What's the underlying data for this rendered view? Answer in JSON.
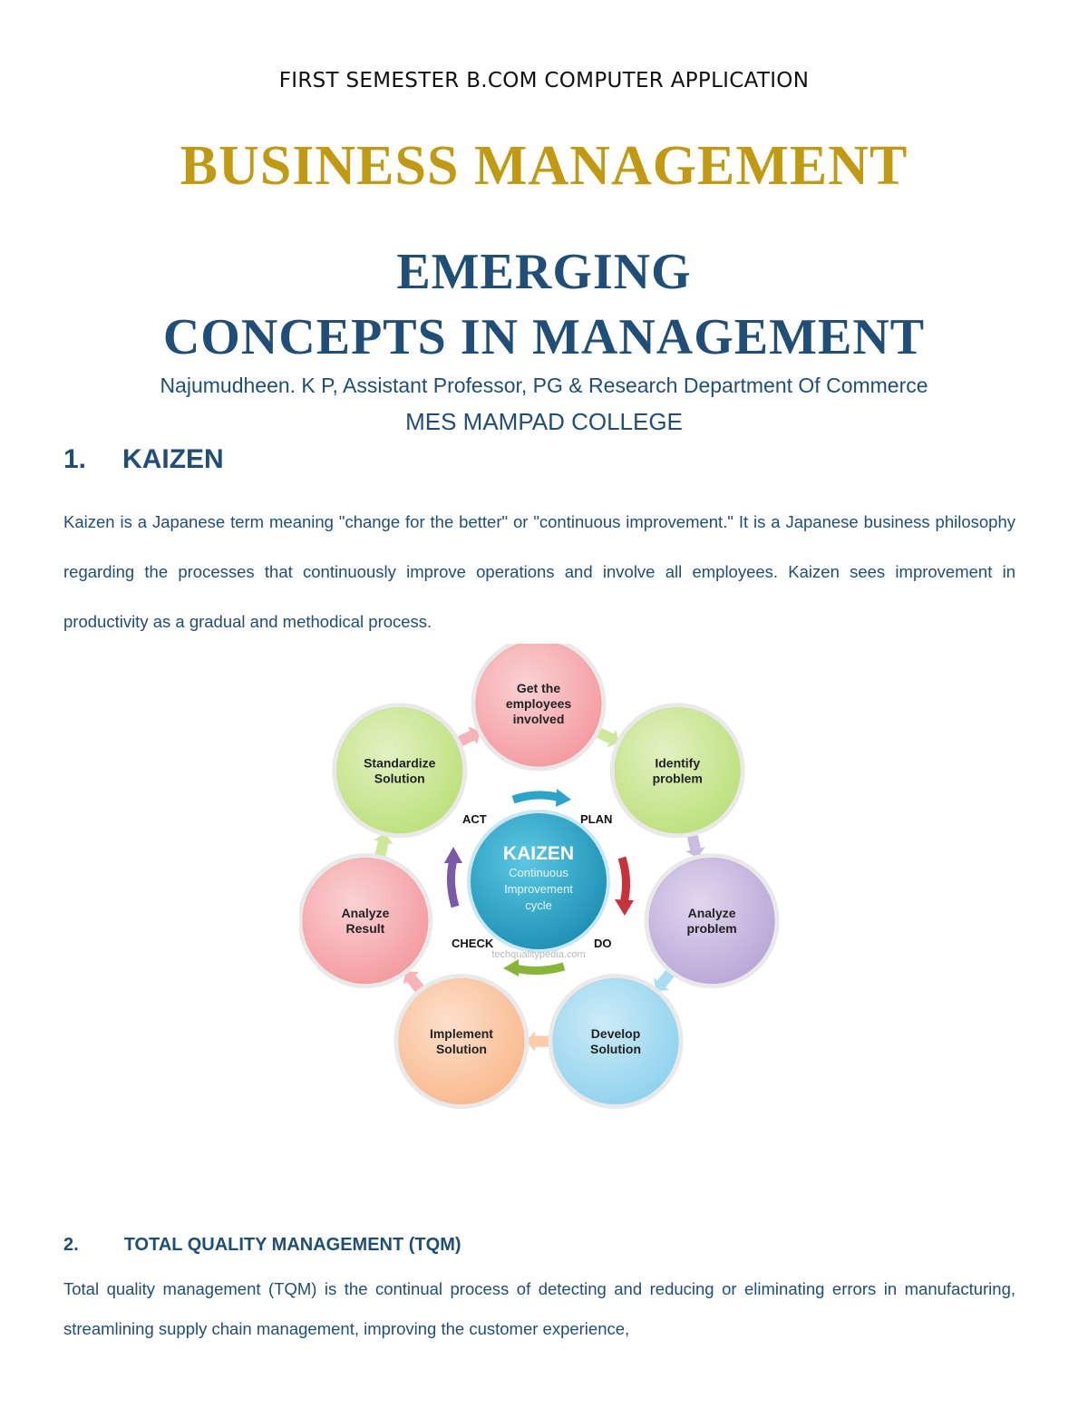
{
  "header": {
    "semester": "FIRST SEMESTER B.COM COMPUTER APPLICATION",
    "subject": "BUSINESS MANAGEMENT",
    "chapter_line1": "EMERGING",
    "chapter_line2": "CONCEPTS IN MANAGEMENT",
    "author": "Najumudheen. K P, Assistant Professor, PG & Research Department Of Commerce",
    "college": "MES MAMPAD COLLEGE"
  },
  "sections": [
    {
      "number": "1.",
      "title": "KAIZEN",
      "text": "Kaizen is a Japanese term meaning \"change for the better\" or \"continuous improvement.\" It is a Japanese business philosophy regarding the processes that continuously improve operations and involve all employees. Kaizen sees improvement in productivity as a gradual and methodical process."
    },
    {
      "number": "2.",
      "title": "TOTAL QUALITY MANAGEMENT (TQM)",
      "text": "Total quality management (TQM) is the continual process of detecting and reducing or eliminating errors in manufacturing, streamlining supply chain management, improving the customer experience,"
    }
  ],
  "diagram": {
    "center_title": "KAIZEN",
    "center_sub": [
      "Continuous",
      "Improvement",
      "cycle"
    ],
    "watermark": "techqualitypedia.com",
    "pdca": {
      "act": "ACT",
      "plan": "PLAN",
      "check": "CHECK",
      "do": "DO"
    },
    "steps": [
      {
        "lines": [
          "Get the",
          "employees",
          "involved"
        ],
        "fill": "#f49a9f"
      },
      {
        "lines": [
          "Identify",
          "problem"
        ],
        "fill": "#bde07a"
      },
      {
        "lines": [
          "Analyze",
          "problem"
        ],
        "fill": "#b9a6d8"
      },
      {
        "lines": [
          "Develop",
          "Solution"
        ],
        "fill": "#8fd2ee"
      },
      {
        "lines": [
          "Implement",
          "Solution"
        ],
        "fill": "#f9b98d"
      },
      {
        "lines": [
          "Analyze",
          "Result"
        ],
        "fill": "#f49a9f"
      },
      {
        "lines": [
          "Standardize",
          "Solution"
        ],
        "fill": "#bde07a"
      }
    ]
  }
}
